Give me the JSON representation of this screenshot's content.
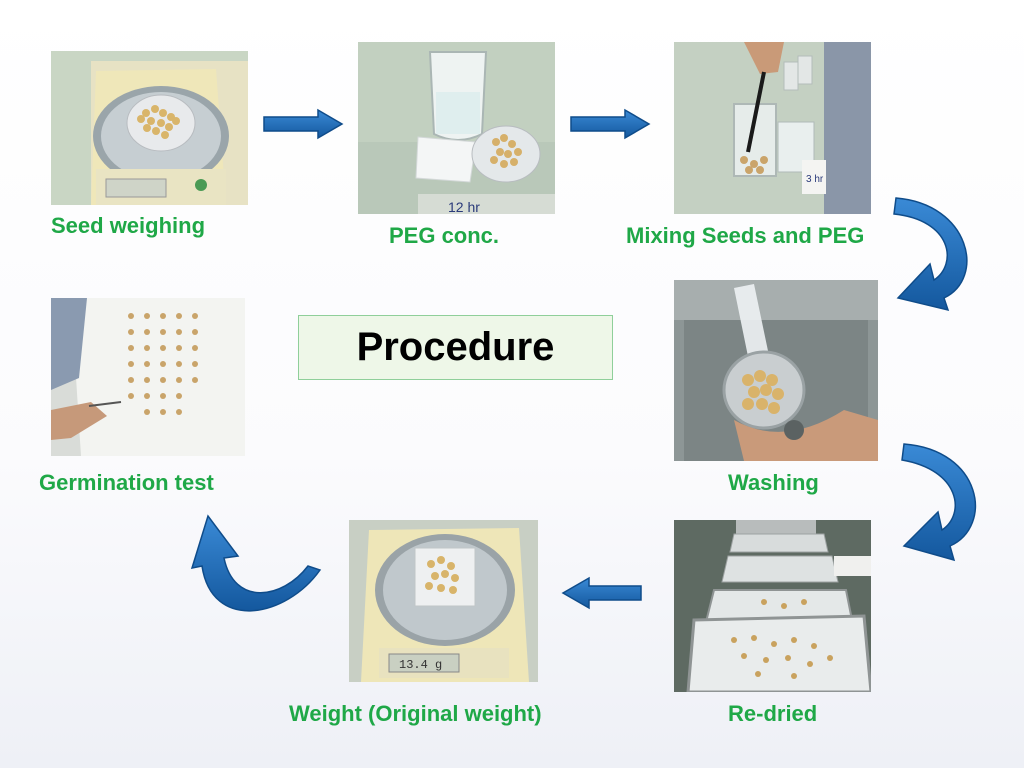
{
  "title": "Procedure",
  "steps": {
    "seed_weighing": "Seed weighing",
    "peg_conc": "PEG conc.",
    "mixing": "Mixing Seeds and PEG",
    "washing": "Washing",
    "redried": "Re-dried",
    "weight": "Weight (Original weight)",
    "germination": "Germination test"
  },
  "photo_text": {
    "beaker_tag": "12 hr",
    "tag": "3 hr",
    "scale_readout": "13.4 g"
  },
  "colors": {
    "label_green": "#1fa847",
    "arrow_blue": "#1b6ab8",
    "title_box_bg": "#eef7e8"
  }
}
